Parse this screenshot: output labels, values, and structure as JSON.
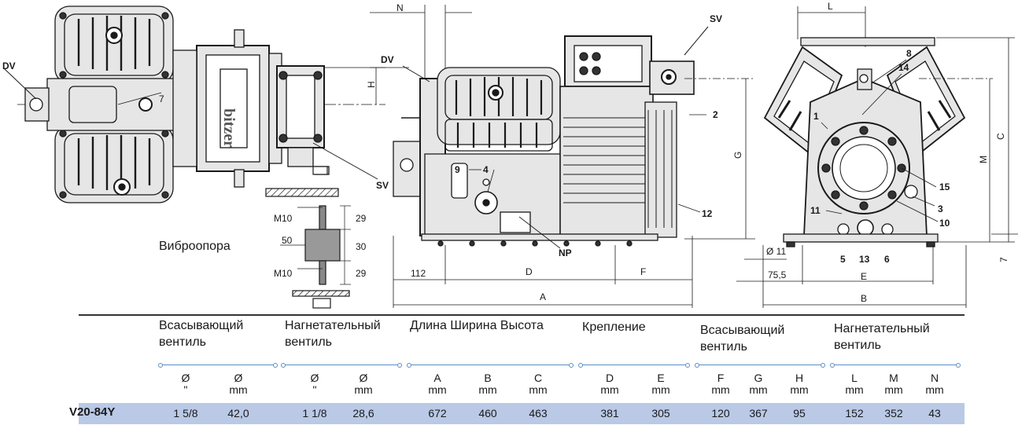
{
  "labels": {
    "dv_left": "DV",
    "dv_mid": "DV",
    "sv_left": "SV",
    "sv_top": "SV",
    "seven_top": "7",
    "brand": "bitzer",
    "n": "N",
    "h": "H",
    "g": "G",
    "l": "L",
    "c": "C",
    "m": "M",
    "e": "E",
    "b": "B",
    "a": "A",
    "d": "D",
    "f": "F",
    "np": "NP",
    "dim_112": "112",
    "dim_11": "Ø 11",
    "dim_755": "75,5",
    "dim_7": "7",
    "n2": "2",
    "n3": "3",
    "n4": "4",
    "n5": "5",
    "n6": "6",
    "n8": "8",
    "n9": "9",
    "n10": "10",
    "n11": "11",
    "n12": "12",
    "n13": "13",
    "n14": "14",
    "n15": "15",
    "n1": "1"
  },
  "vibro": {
    "title": "Виброопора",
    "m10_top": "M10",
    "m10_bottom": "M10",
    "d50": "50",
    "d29_top": "29",
    "d30": "30",
    "d29_bottom": "29"
  },
  "table": {
    "groups": [
      {
        "title_line1": "Всасывающий",
        "title_line2": "вентиль"
      },
      {
        "title_line1": "Нагнетательный",
        "title_line2": "вентиль"
      },
      {
        "title_line1": "Длина Ширина Высота",
        "title_line2": ""
      },
      {
        "title_line1": "Крепление",
        "title_line2": ""
      },
      {
        "title_line1": "Всасывающий",
        "title_line2": "вентиль"
      },
      {
        "title_line1": "Нагнетательный",
        "title_line2": "вентиль"
      }
    ],
    "columns": [
      {
        "sym": "Ø",
        "unit": "\""
      },
      {
        "sym": "Ø",
        "unit": "mm"
      },
      {
        "sym": "Ø",
        "unit": "\""
      },
      {
        "sym": "Ø",
        "unit": "mm"
      },
      {
        "sym": "A",
        "unit": "mm"
      },
      {
        "sym": "B",
        "unit": "mm"
      },
      {
        "sym": "C",
        "unit": "mm"
      },
      {
        "sym": "D",
        "unit": "mm"
      },
      {
        "sym": "E",
        "unit": "mm"
      },
      {
        "sym": "F",
        "unit": "mm"
      },
      {
        "sym": "G",
        "unit": "mm"
      },
      {
        "sym": "H",
        "unit": "mm"
      },
      {
        "sym": "L",
        "unit": "mm"
      },
      {
        "sym": "M",
        "unit": "mm"
      },
      {
        "sym": "N",
        "unit": "mm"
      }
    ],
    "row": {
      "model": "V20-84Y",
      "values": [
        "1 5/8",
        "42,0",
        "1 1/8",
        "28,6",
        "672",
        "460",
        "463",
        "381",
        "305",
        "120",
        "367",
        "95",
        "152",
        "352",
        "43"
      ]
    }
  },
  "colors": {
    "line": "#1a1a1a",
    "accent": "#5b8fc6",
    "row_bg": "#b9c9e6",
    "body_fill": "#e6e6e6",
    "dark_fill": "#333333"
  }
}
